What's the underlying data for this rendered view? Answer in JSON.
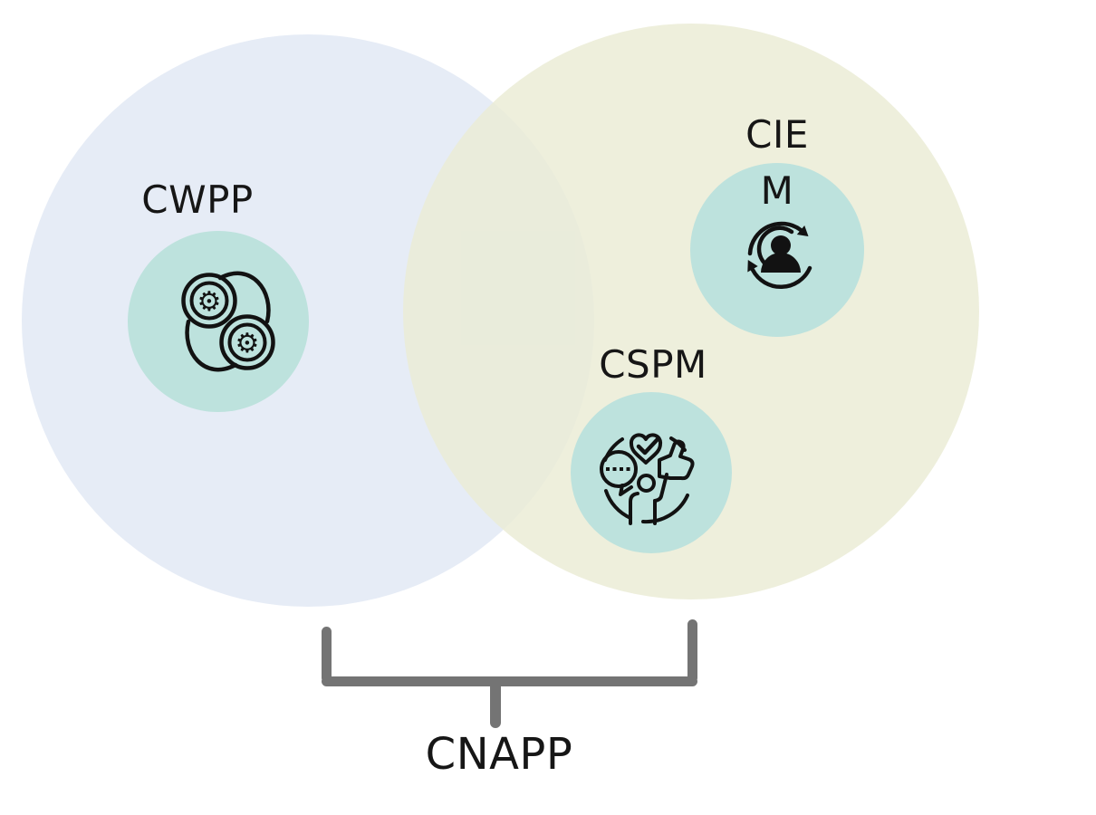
{
  "diagram": {
    "type": "venn",
    "background": "#ffffff",
    "text_color": "#161616",
    "icon_stroke": "#121212",
    "left_circle": {
      "fill": "#e6ecf6",
      "node": {
        "label": "CWPP",
        "fill": "#bde2dd",
        "icon": "gears-infinity-icon",
        "gear_glyph": "⚙"
      }
    },
    "right_circle": {
      "fill": "#edefdc",
      "overlap_fill": "#e9ecd9",
      "nodes": [
        {
          "label": "CIEM",
          "label_lines": [
            "CIE",
            "M"
          ],
          "fill": "#bde2dd",
          "icon": "user-lifecycle-arrows-icon"
        },
        {
          "label": "CSPM",
          "fill": "#bde2dd",
          "icon": "feedback-approval-icon"
        }
      ]
    },
    "bracket": {
      "label": "CNAPP",
      "color": "#747474"
    }
  }
}
